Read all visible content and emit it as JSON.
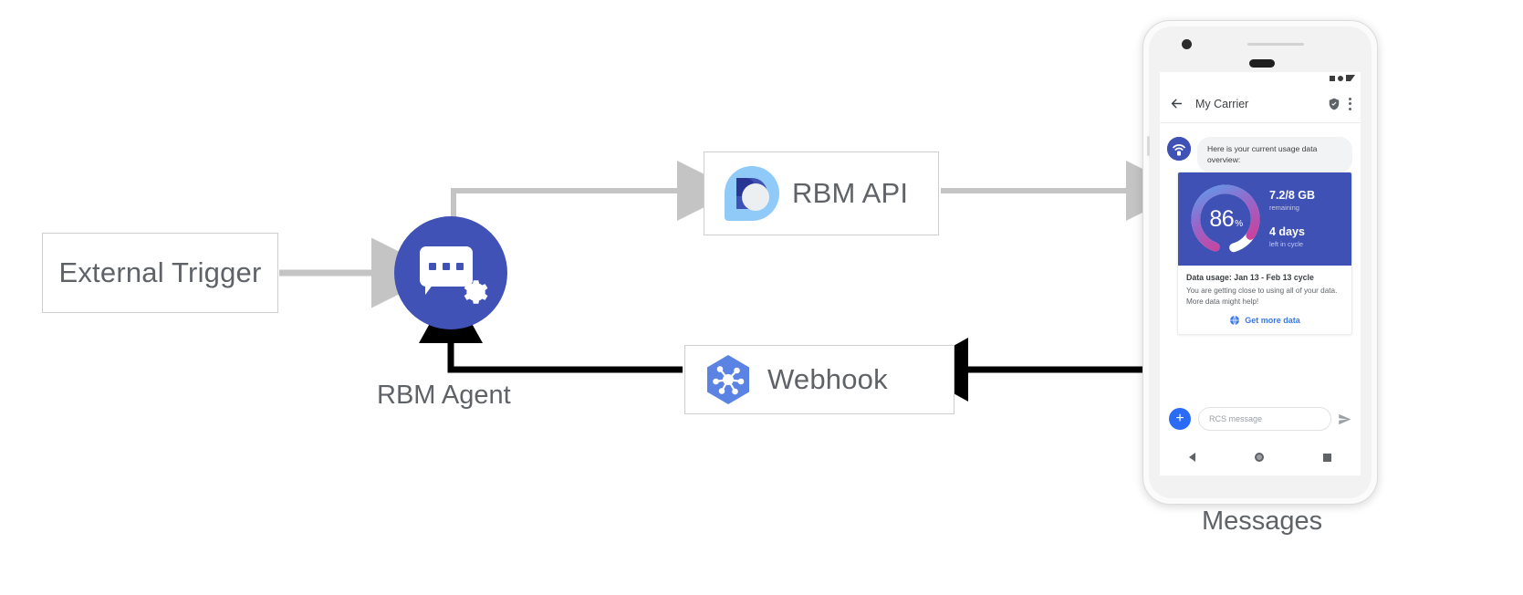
{
  "diagram": {
    "nodes": {
      "external_trigger": {
        "label": "External Trigger"
      },
      "rbm_agent": {
        "label": "RBM Agent",
        "icon": "chat-gear-icon",
        "color": "#4052b5"
      },
      "rbm_api": {
        "label": "RBM API",
        "icon": "rbm-api-logo-icon"
      },
      "webhook": {
        "label": "Webhook",
        "icon": "webhook-hexagon-icon",
        "color": "#5b83e3"
      },
      "messages": {
        "label": "Messages"
      }
    },
    "edges": [
      {
        "from": "External Trigger",
        "to": "RBM Agent",
        "style": "gray-arrow"
      },
      {
        "from": "RBM Agent",
        "to": "RBM API",
        "style": "gray-arrow"
      },
      {
        "from": "RBM API",
        "to": "Messages",
        "style": "gray-arrow"
      },
      {
        "from": "Messages",
        "to": "Webhook",
        "style": "black-arrow"
      },
      {
        "from": "Webhook",
        "to": "RBM Agent",
        "style": "black-arrow"
      }
    ]
  },
  "phone": {
    "app_bar": {
      "back_icon": "back-arrow-icon",
      "title": "My Carrier",
      "verified_icon": "verified-shield-icon",
      "menu_icon": "kebab-menu-icon"
    },
    "status_icons": [
      "signal-square-icon",
      "battery-dot-icon",
      "dropdown-triangle-icon"
    ],
    "message": {
      "avatar_icon": "carrier-wifi-avatar-icon",
      "text": "Here is your current usage data overview:"
    },
    "card": {
      "gauge": {
        "value": "86",
        "unit": "%"
      },
      "data_remaining": "7.2/8 GB",
      "data_remaining_sub": "remaining",
      "days_left": "4 days",
      "days_left_sub": "left in cycle",
      "title": "Data usage: Jan 13 - Feb 13 cycle",
      "description": "You are getting close to using all of your data. More data might help!",
      "action_label": "Get more data",
      "action_icon": "globe-icon",
      "hero_bg": "#3f51b5",
      "action_color": "#3b78e7"
    },
    "composer": {
      "plus_icon": "plus-icon",
      "placeholder": "RCS message",
      "send_icon": "send-icon"
    },
    "navbar": [
      "nav-back-icon",
      "nav-home-icon",
      "nav-recents-icon"
    ]
  }
}
